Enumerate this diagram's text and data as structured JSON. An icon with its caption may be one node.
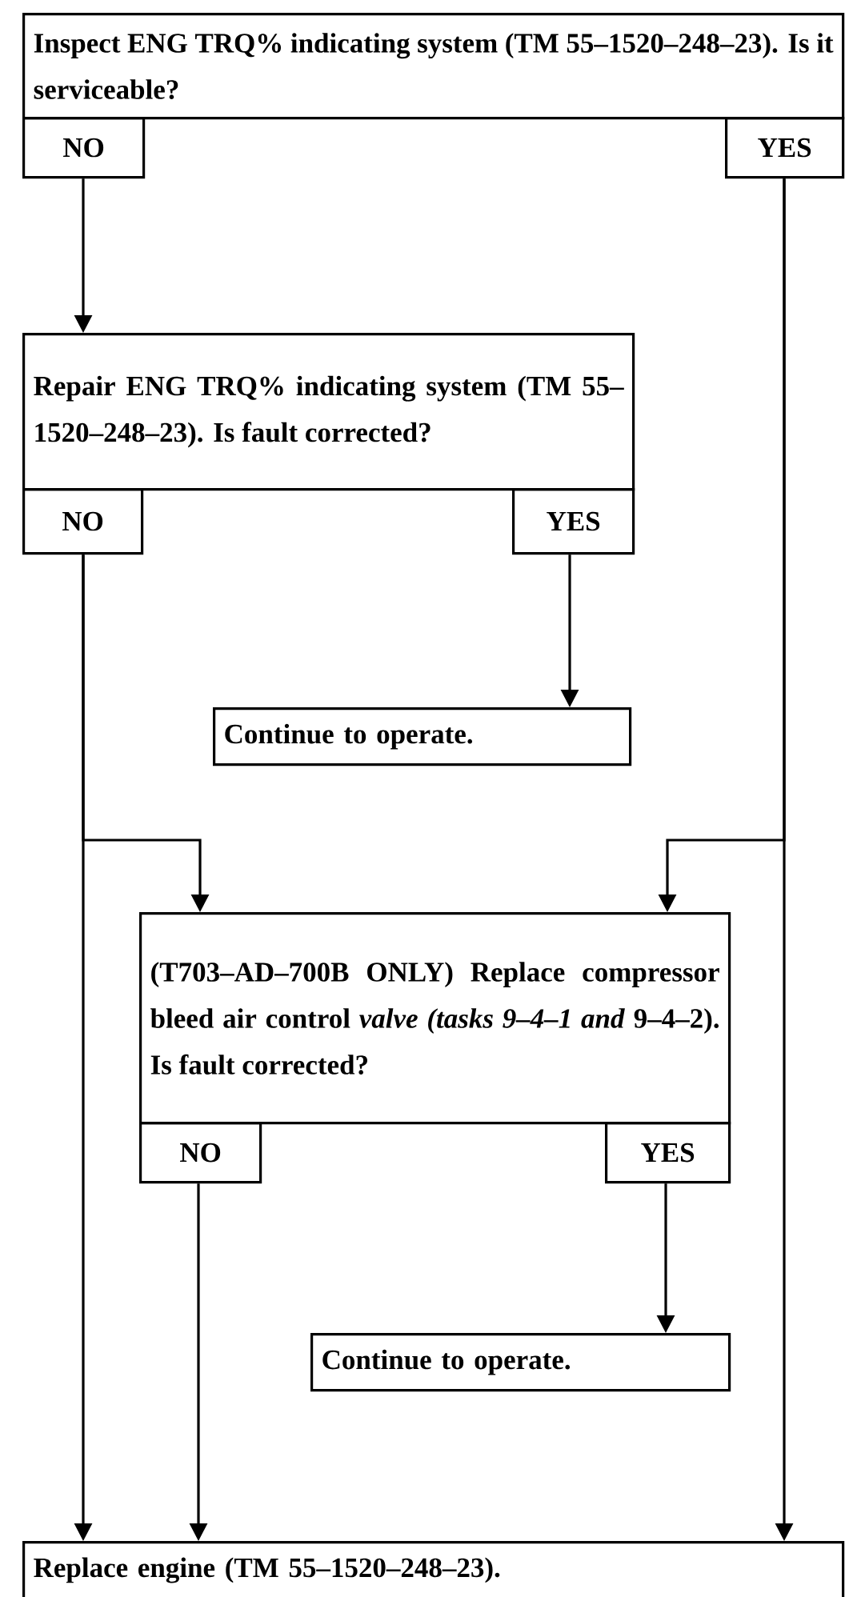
{
  "diagram": {
    "nodes": [
      {
        "text": [
          "Inspect ENG TRQ% indicating system (TM 55–1520–248–23). Is it serviceable?"
        ]
      },
      {
        "text": [
          "NO"
        ]
      },
      {
        "text": [
          "YES"
        ]
      },
      {
        "text": [
          "Repair ENG TRQ% indicating system (TM 55–1520–248–23). Is fault corrected?"
        ]
      },
      {
        "text": [
          "NO"
        ]
      },
      {
        "text": [
          "YES"
        ]
      },
      {
        "text": [
          "Continue to operate."
        ]
      },
      {
        "text": [
          "(T703–AD–700B ONLY) Replace compressor bleed air control *valve (tasks 9–4–1 and* 9–4–2). Is fault corrected?"
        ]
      },
      {
        "text": [
          "NO"
        ]
      },
      {
        "text": [
          "YES"
        ]
      },
      {
        "text": [
          "Continue to operate."
        ]
      },
      {
        "text": [
          "Replace engine (TM 55–1520–248–23)."
        ]
      }
    ],
    "edges": [
      {
        "from": 1,
        "to": 3,
        "arrow": "to"
      },
      {
        "from": 2,
        "to": 7,
        "arrow": "to"
      },
      {
        "from": 2,
        "to": 11,
        "arrow": "to"
      },
      {
        "from": 4,
        "to": 7,
        "arrow": "to"
      },
      {
        "from": 4,
        "to": 11,
        "arrow": "to"
      },
      {
        "from": 5,
        "to": 6,
        "arrow": "to"
      },
      {
        "from": 8,
        "to": 11,
        "arrow": "to"
      },
      {
        "from": 9,
        "to": 10,
        "arrow": "to"
      }
    ]
  }
}
